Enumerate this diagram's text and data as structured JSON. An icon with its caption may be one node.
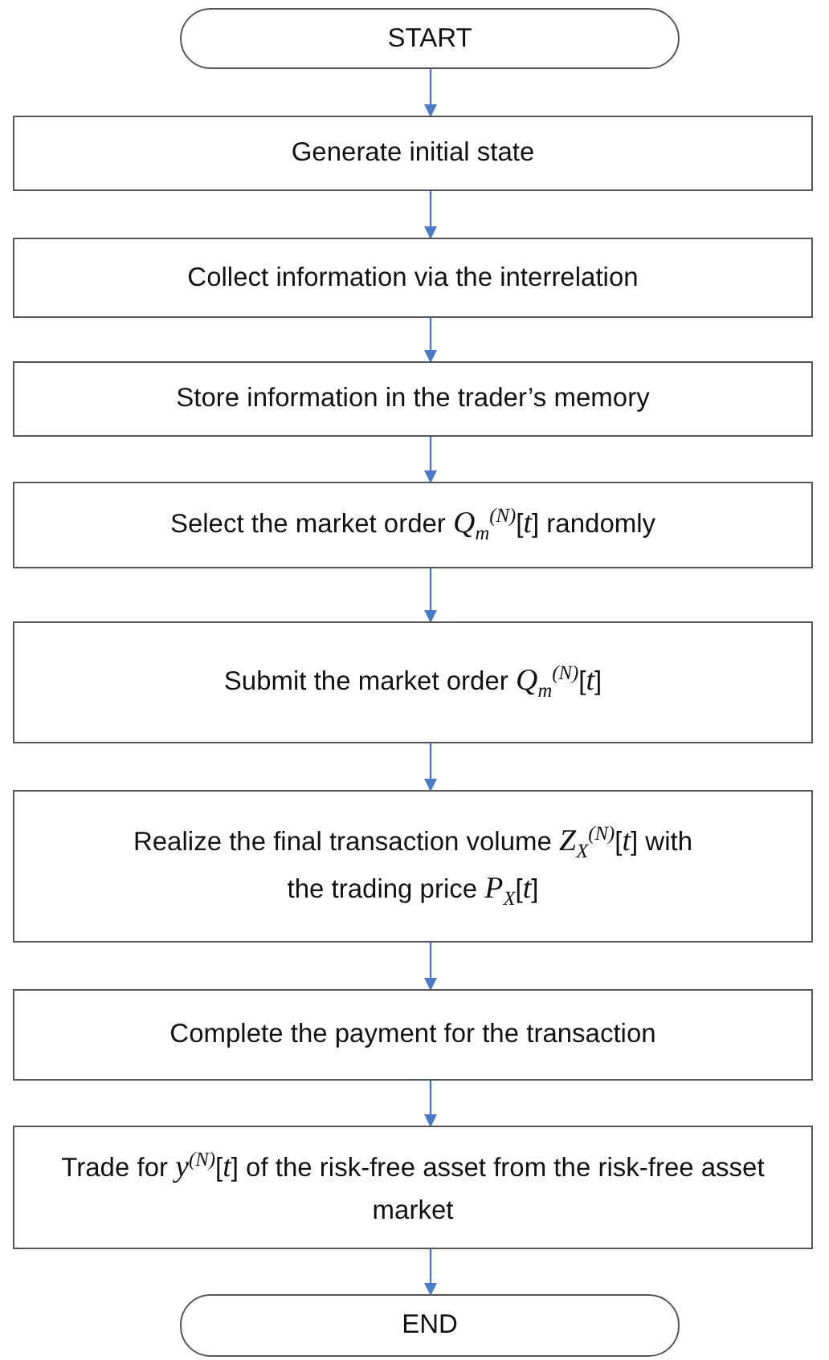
{
  "diagram": {
    "nodes": [
      {
        "text": [
          "START"
        ]
      },
      {
        "text": [
          "Generate initial state"
        ]
      },
      {
        "text": [
          "Collect information via the interrelation"
        ]
      },
      {
        "text": [
          "Store information in the trader’s memory"
        ]
      },
      {
        "text": [
          "Select the market order *Q*$_{m}$$^{(N)}$[*t*] randomly"
        ]
      },
      {
        "text": [
          "Submit the market order *Q*$_{m}$$^{(N)}$[*t*]"
        ]
      },
      {
        "text": [
          "Realize the final transaction volume *Z*$_{X}$$^{(N)}$[*t*] with the trading price *P*$_{X}$[*t*]"
        ]
      },
      {
        "text": [
          "Complete the payment for the transaction"
        ]
      },
      {
        "text": [
          "Trade for *y*$^{(N)}$[*t*] of the risk-free asset from the risk-free asset market"
        ]
      },
      {
        "text": [
          "END"
        ]
      }
    ],
    "edges": [
      {
        "from": 0,
        "to": 1,
        "arrow": "to",
        "color": "#4a7ac8"
      },
      {
        "from": 1,
        "to": 2,
        "arrow": "to",
        "color": "#4a7ac8"
      },
      {
        "from": 2,
        "to": 3,
        "arrow": "to",
        "color": "#4a7ac8"
      },
      {
        "from": 3,
        "to": 4,
        "arrow": "to",
        "color": "#4a7ac8"
      },
      {
        "from": 4,
        "to": 5,
        "arrow": "to",
        "color": "#4a7ac8"
      },
      {
        "from": 5,
        "to": 6,
        "arrow": "to",
        "color": "#4a7ac8"
      },
      {
        "from": 6,
        "to": 7,
        "arrow": "to",
        "color": "#4a7ac8"
      },
      {
        "from": 7,
        "to": 8,
        "arrow": "to",
        "color": "#4a7ac8"
      },
      {
        "from": 8,
        "to": 9,
        "arrow": "to",
        "color": "#4a7ac8"
      }
    ]
  }
}
